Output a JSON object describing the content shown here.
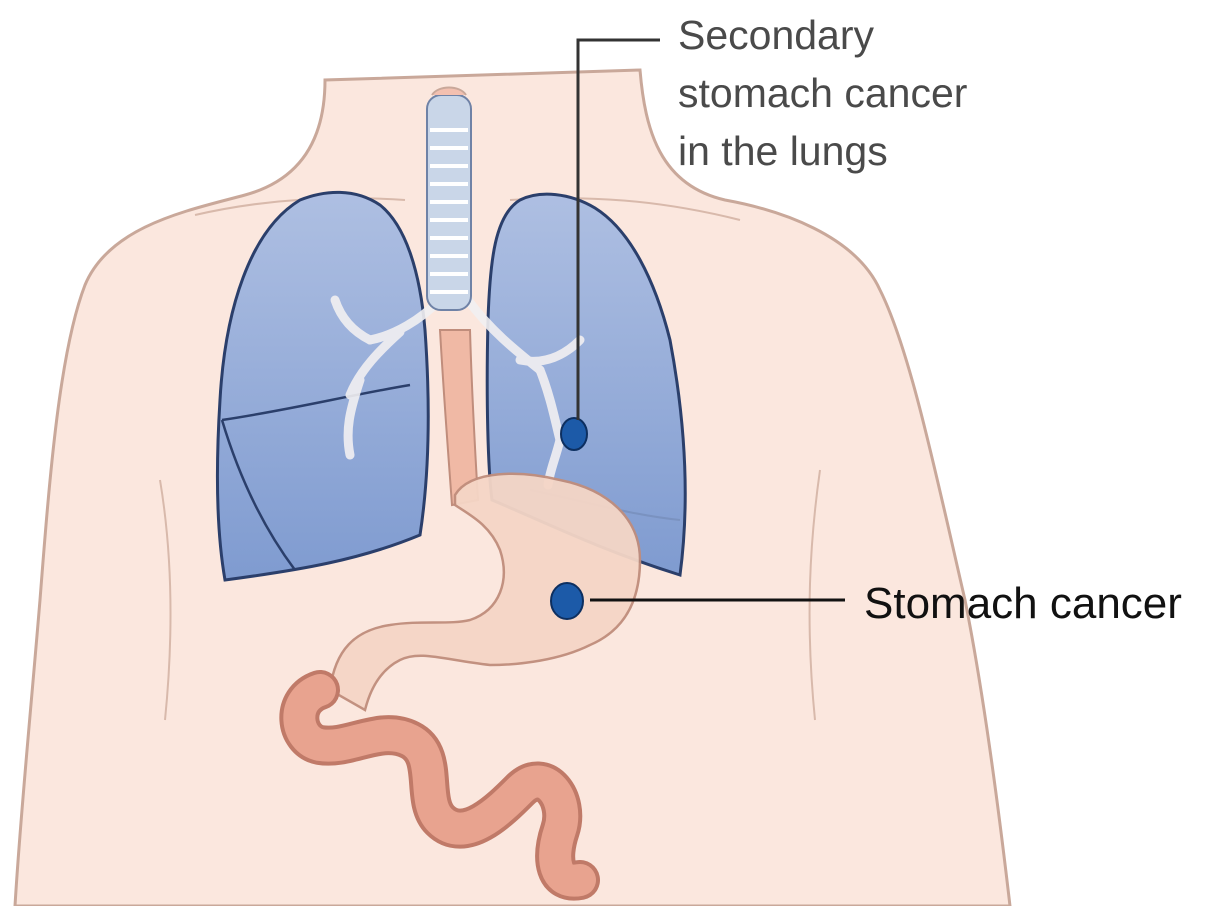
{
  "labels": {
    "secondary": {
      "line1": "Secondary",
      "line2": "stomach cancer",
      "line3": "in the lungs"
    },
    "primary": "Stomach cancer"
  },
  "colors": {
    "skin": "#fbe7de",
    "skin_outline": "#c9a89a",
    "lung_fill": "#8fa9d8",
    "lung_outline": "#2b3f6b",
    "trachea": "#c9d6e8",
    "stomach": "#f5d6c6",
    "intestine": "#e8a38f",
    "tumor": "#1c5aa8"
  }
}
